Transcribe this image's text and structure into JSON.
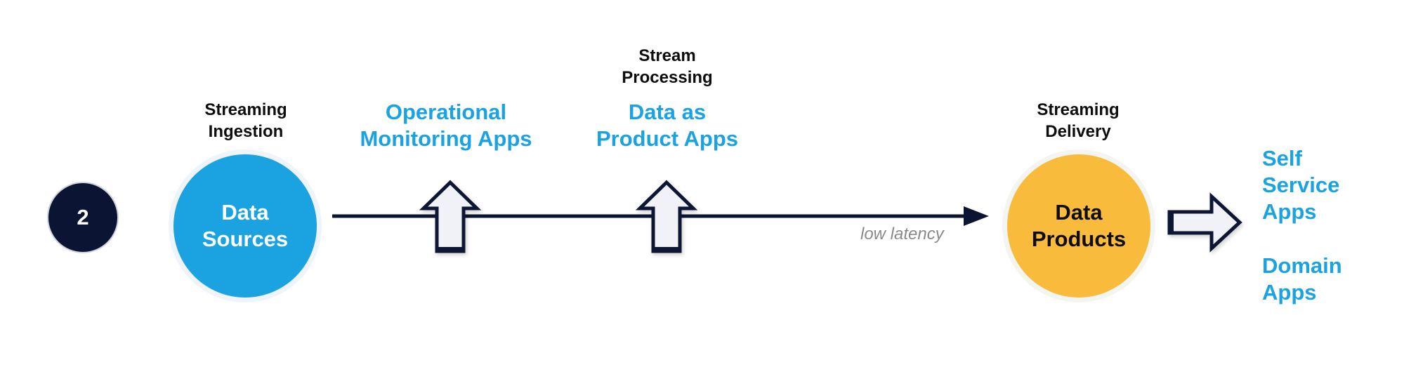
{
  "step": {
    "number": "2"
  },
  "ingestion": {
    "label": "Streaming\nIngestion",
    "node": "Data\nSources"
  },
  "processing": {
    "label": "Stream\nProcessing",
    "apps": [
      {
        "label": "Operational\nMonitoring Apps"
      },
      {
        "label": "Data as\nProduct Apps"
      }
    ]
  },
  "flow": {
    "annotation": "low latency"
  },
  "delivery": {
    "label": "Streaming\nDelivery",
    "node": "Data\nProducts"
  },
  "consumers": [
    {
      "label": "Self\nService\nApps"
    },
    {
      "label": "Domain\nApps"
    }
  ],
  "colors": {
    "navy": "#0b1533",
    "blue": "#1aa3e0",
    "orange": "#f8bb3b",
    "black": "#0d0d0d",
    "gray": "#8a8a8a"
  }
}
